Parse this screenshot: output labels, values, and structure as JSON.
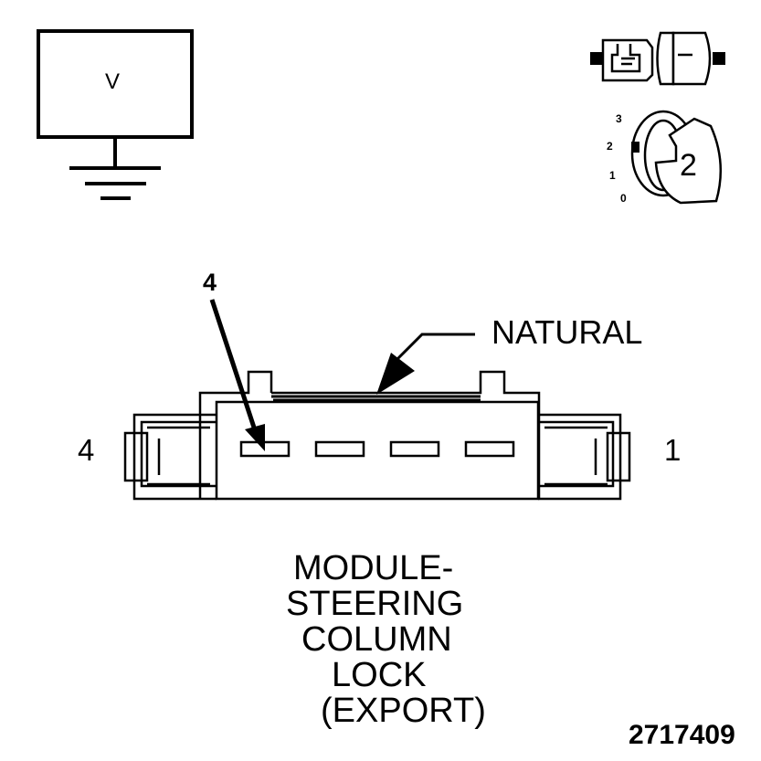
{
  "voltmeter": {
    "label": "V"
  },
  "ignition": {
    "positions": [
      "3",
      "2",
      "1",
      "0"
    ],
    "key_position": "2"
  },
  "callout": {
    "number": "4"
  },
  "connector": {
    "color_label": "NATURAL",
    "pin_left": "4",
    "pin_right": "1",
    "pin_count": 4
  },
  "title": {
    "lines": [
      "MODULE-",
      "STEERING",
      "COLUMN",
      "LOCK",
      "(EXPORT)"
    ]
  },
  "figure_number": "2717409"
}
